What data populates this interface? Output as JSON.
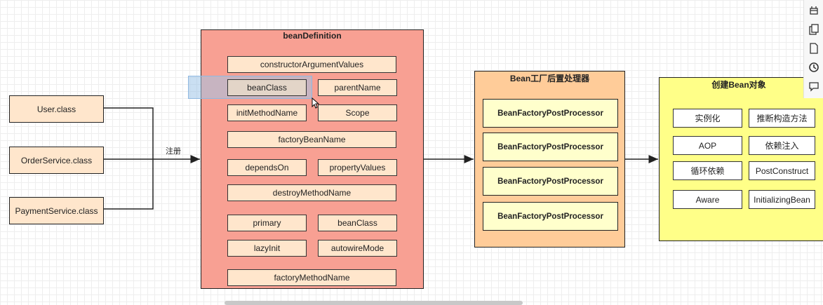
{
  "sources": [
    "User.class",
    "OrderService.class",
    "PaymentService.class"
  ],
  "register_label": "注册",
  "bean_definition": {
    "title": "beanDefinition",
    "props": {
      "constructorArgumentValues": "constructorArgumentValues",
      "beanClass": "beanClass",
      "parentName": "parentName",
      "initMethodName": "initMethodName",
      "scope": "Scope",
      "factoryBeanName": "factoryBeanName",
      "dependsOn": "dependsOn",
      "propertyValues": "propertyValues",
      "destroyMethodName": "destroyMethodName",
      "primary": "primary",
      "beanClass2": "beanClass",
      "lazyInit": "lazyInit",
      "autowireMode": "autowireMode",
      "factoryMethodName": "factoryMethodName"
    }
  },
  "post_processors": {
    "title": "Bean工厂后置处理器",
    "items": [
      "BeanFactoryPostProcessor",
      "BeanFactoryPostProcessor",
      "BeanFactoryPostProcessor",
      "BeanFactoryPostProcessor"
    ]
  },
  "create_bean": {
    "title": "创建Bean对象",
    "steps": [
      "实例化",
      "推断构造方法",
      "AOP",
      "依赖注入",
      "循环依赖",
      "PostConstruct",
      "Aware",
      "InitializingBean"
    ]
  },
  "colors": {
    "source_fill": "#ffe6cc",
    "bean_definition_fill": "#f8a093",
    "post_processor_fill": "#ffcc99",
    "create_bean_fill": "#ffff88",
    "selection": "#9fc5e8"
  },
  "toolbar_icons": [
    "format-icon",
    "pages-icon",
    "page-icon",
    "history-icon",
    "comment-icon"
  ]
}
